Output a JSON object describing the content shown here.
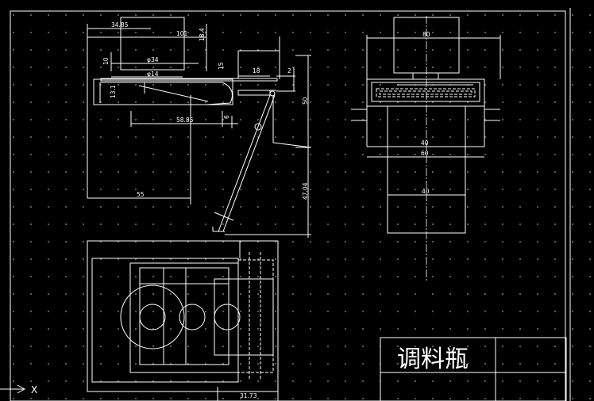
{
  "title_block": {
    "title": "调料瓶"
  },
  "ucs": {
    "x_label": "X"
  },
  "dimensions": {
    "front_width_3485": "34.85",
    "front_width_101": "101",
    "front_height_184": "18.4",
    "front_height_10": "10",
    "front_dia_34": "φ34",
    "front_height_15": "15",
    "front_len_18": "18",
    "front_len_2": "2",
    "front_dia_14": "φ14",
    "front_height_131": "13.1",
    "front_height_50": "50",
    "front_len_5885": "58.85",
    "front_len_6": "6",
    "front_height_4704": "47.04",
    "front_len_55": "55",
    "side_width_80": "80",
    "side_width_40_upper": "40",
    "side_width_60": "60",
    "side_width_40_lower": "40",
    "top_len_3173": "31.73"
  }
}
